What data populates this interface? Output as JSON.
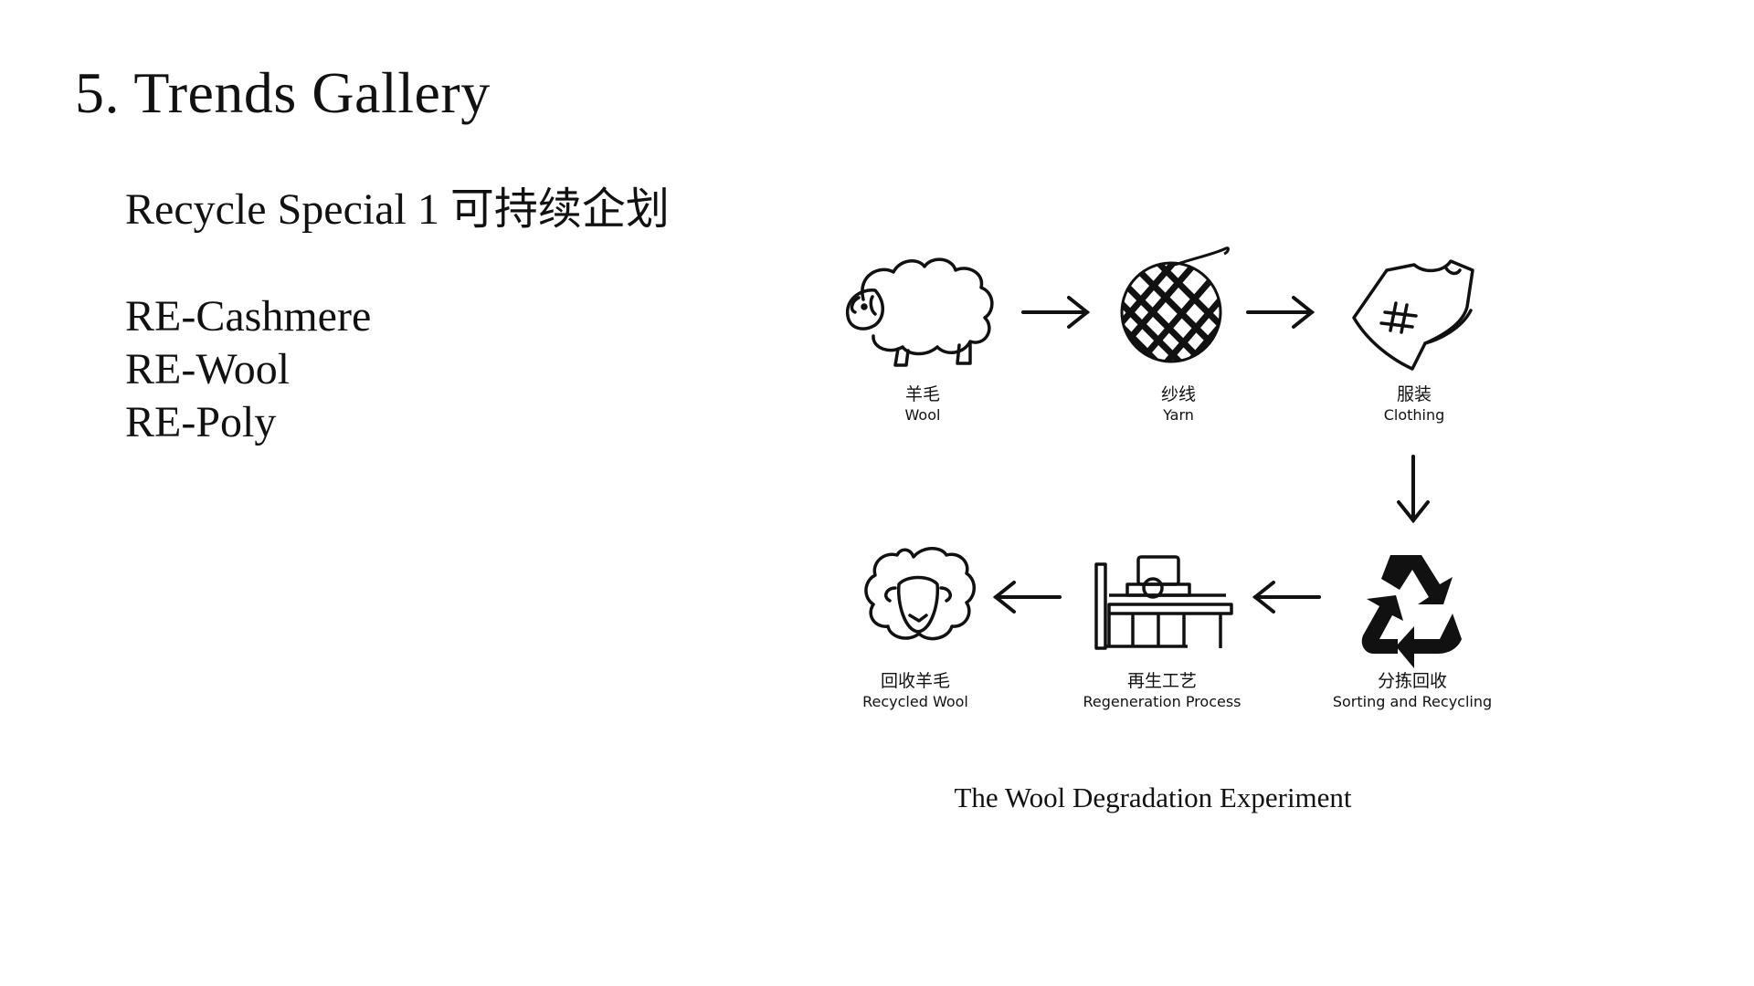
{
  "slide": {
    "title": "5. Trends Gallery",
    "subtitle": "Recycle Special 1 可持续企划",
    "items": [
      "RE-Cashmere",
      "RE-Wool",
      "RE-Poly"
    ]
  },
  "diagram": {
    "nodes": [
      {
        "zh": "羊毛",
        "en": "Wool",
        "icon": "sheep-icon"
      },
      {
        "zh": "纱线",
        "en": "Yarn",
        "icon": "yarn-ball-icon"
      },
      {
        "zh": "服装",
        "en": "Clothing",
        "icon": "clothing-tag-icon"
      },
      {
        "zh": "分拣回收",
        "en": "Sorting and Recycling",
        "icon": "recycle-icon"
      },
      {
        "zh": "再生工艺",
        "en": "Regeneration Process",
        "icon": "machine-icon"
      },
      {
        "zh": "回收羊毛",
        "en": "Recycled Wool",
        "icon": "recycled-wool-icon"
      }
    ],
    "caption": "The Wool Degradation Experiment"
  },
  "colors": {
    "ink": "#111111",
    "background": "#ffffff"
  }
}
